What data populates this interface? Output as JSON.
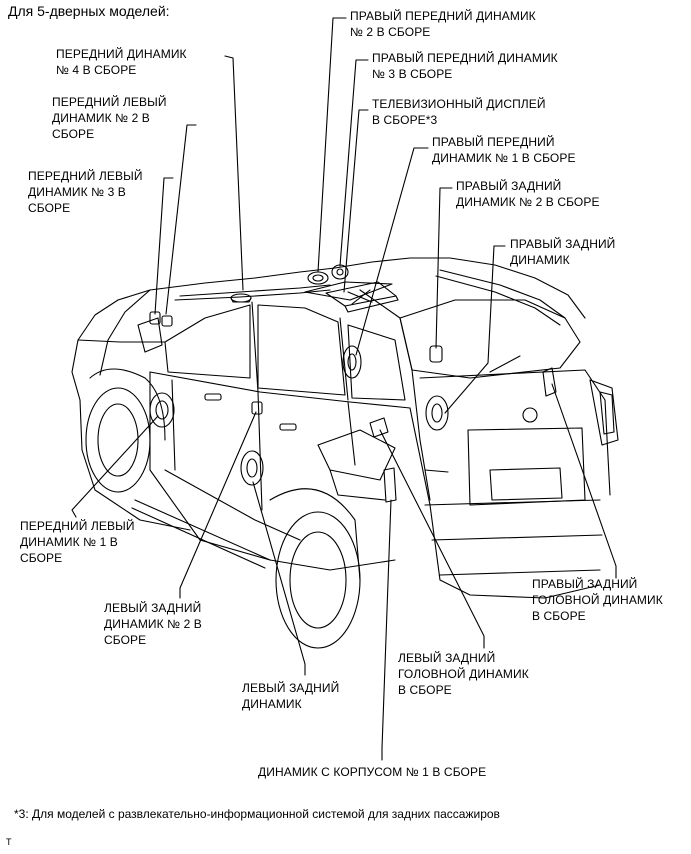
{
  "header": "Для 5-дверных моделей:",
  "labels": {
    "front_speaker_4": "ПЕРЕДНИЙ ДИНАМИК\n№ 4 В СБОРЕ",
    "front_left_speaker_2": "ПЕРЕДНИЙ ЛЕВЫЙ\nДИНАМИК № 2 В\nСБОРЕ",
    "front_left_speaker_3": "ПЕРЕДНИЙ ЛЕВЫЙ\nДИНАМИК № 3 В\nСБОРЕ",
    "right_front_speaker_2": "ПРАВЫЙ ПЕРЕДНИЙ ДИНАМИК\n№ 2 В СБОРЕ",
    "right_front_speaker_3": "ПРАВЫЙ ПЕРЕДНИЙ ДИНАМИК\n№ 3 В СБОРЕ",
    "tv_display": "ТЕЛЕВИЗИОННЫЙ ДИСПЛЕЙ\nВ СБОРЕ*3",
    "right_front_speaker_1": "ПРАВЫЙ ПЕРЕДНИЙ\nДИНАМИК № 1 В СБОРЕ",
    "right_rear_speaker_2": "ПРАВЫЙ ЗАДНИЙ\nДИНАМИК № 2 В СБОРЕ",
    "right_rear_speaker": "ПРАВЫЙ ЗАДНИЙ\nДИНАМИК",
    "front_left_speaker_1": "ПЕРЕДНИЙ ЛЕВЫЙ\nДИНАМИК № 1 В\nСБОРЕ",
    "left_rear_speaker_2": "ЛЕВЫЙ ЗАДНИЙ\nДИНАМИК № 2 В\nСБОРЕ",
    "left_rear_speaker": "ЛЕВЫЙ ЗАДНИЙ\nДИНАМИК",
    "left_rear_head_speaker": "ЛЕВЫЙ ЗАДНИЙ\nГОЛОВНОЙ ДИНАМИК\nВ СБОРЕ",
    "right_rear_head_speaker": "ПРАВЫЙ ЗАДНИЙ\nГОЛОВНОЙ ДИНАМИК\nВ СБОРЕ",
    "box_speaker_1": "ДИНАМИК С КОРПУСОМ № 1 В СБОРЕ"
  },
  "footnote": "*3: Для моделей с развлекательно-информационной системой для задних пассажиров",
  "corner_mark": "T",
  "colors": {
    "line": "#000000",
    "background": "#ffffff"
  }
}
